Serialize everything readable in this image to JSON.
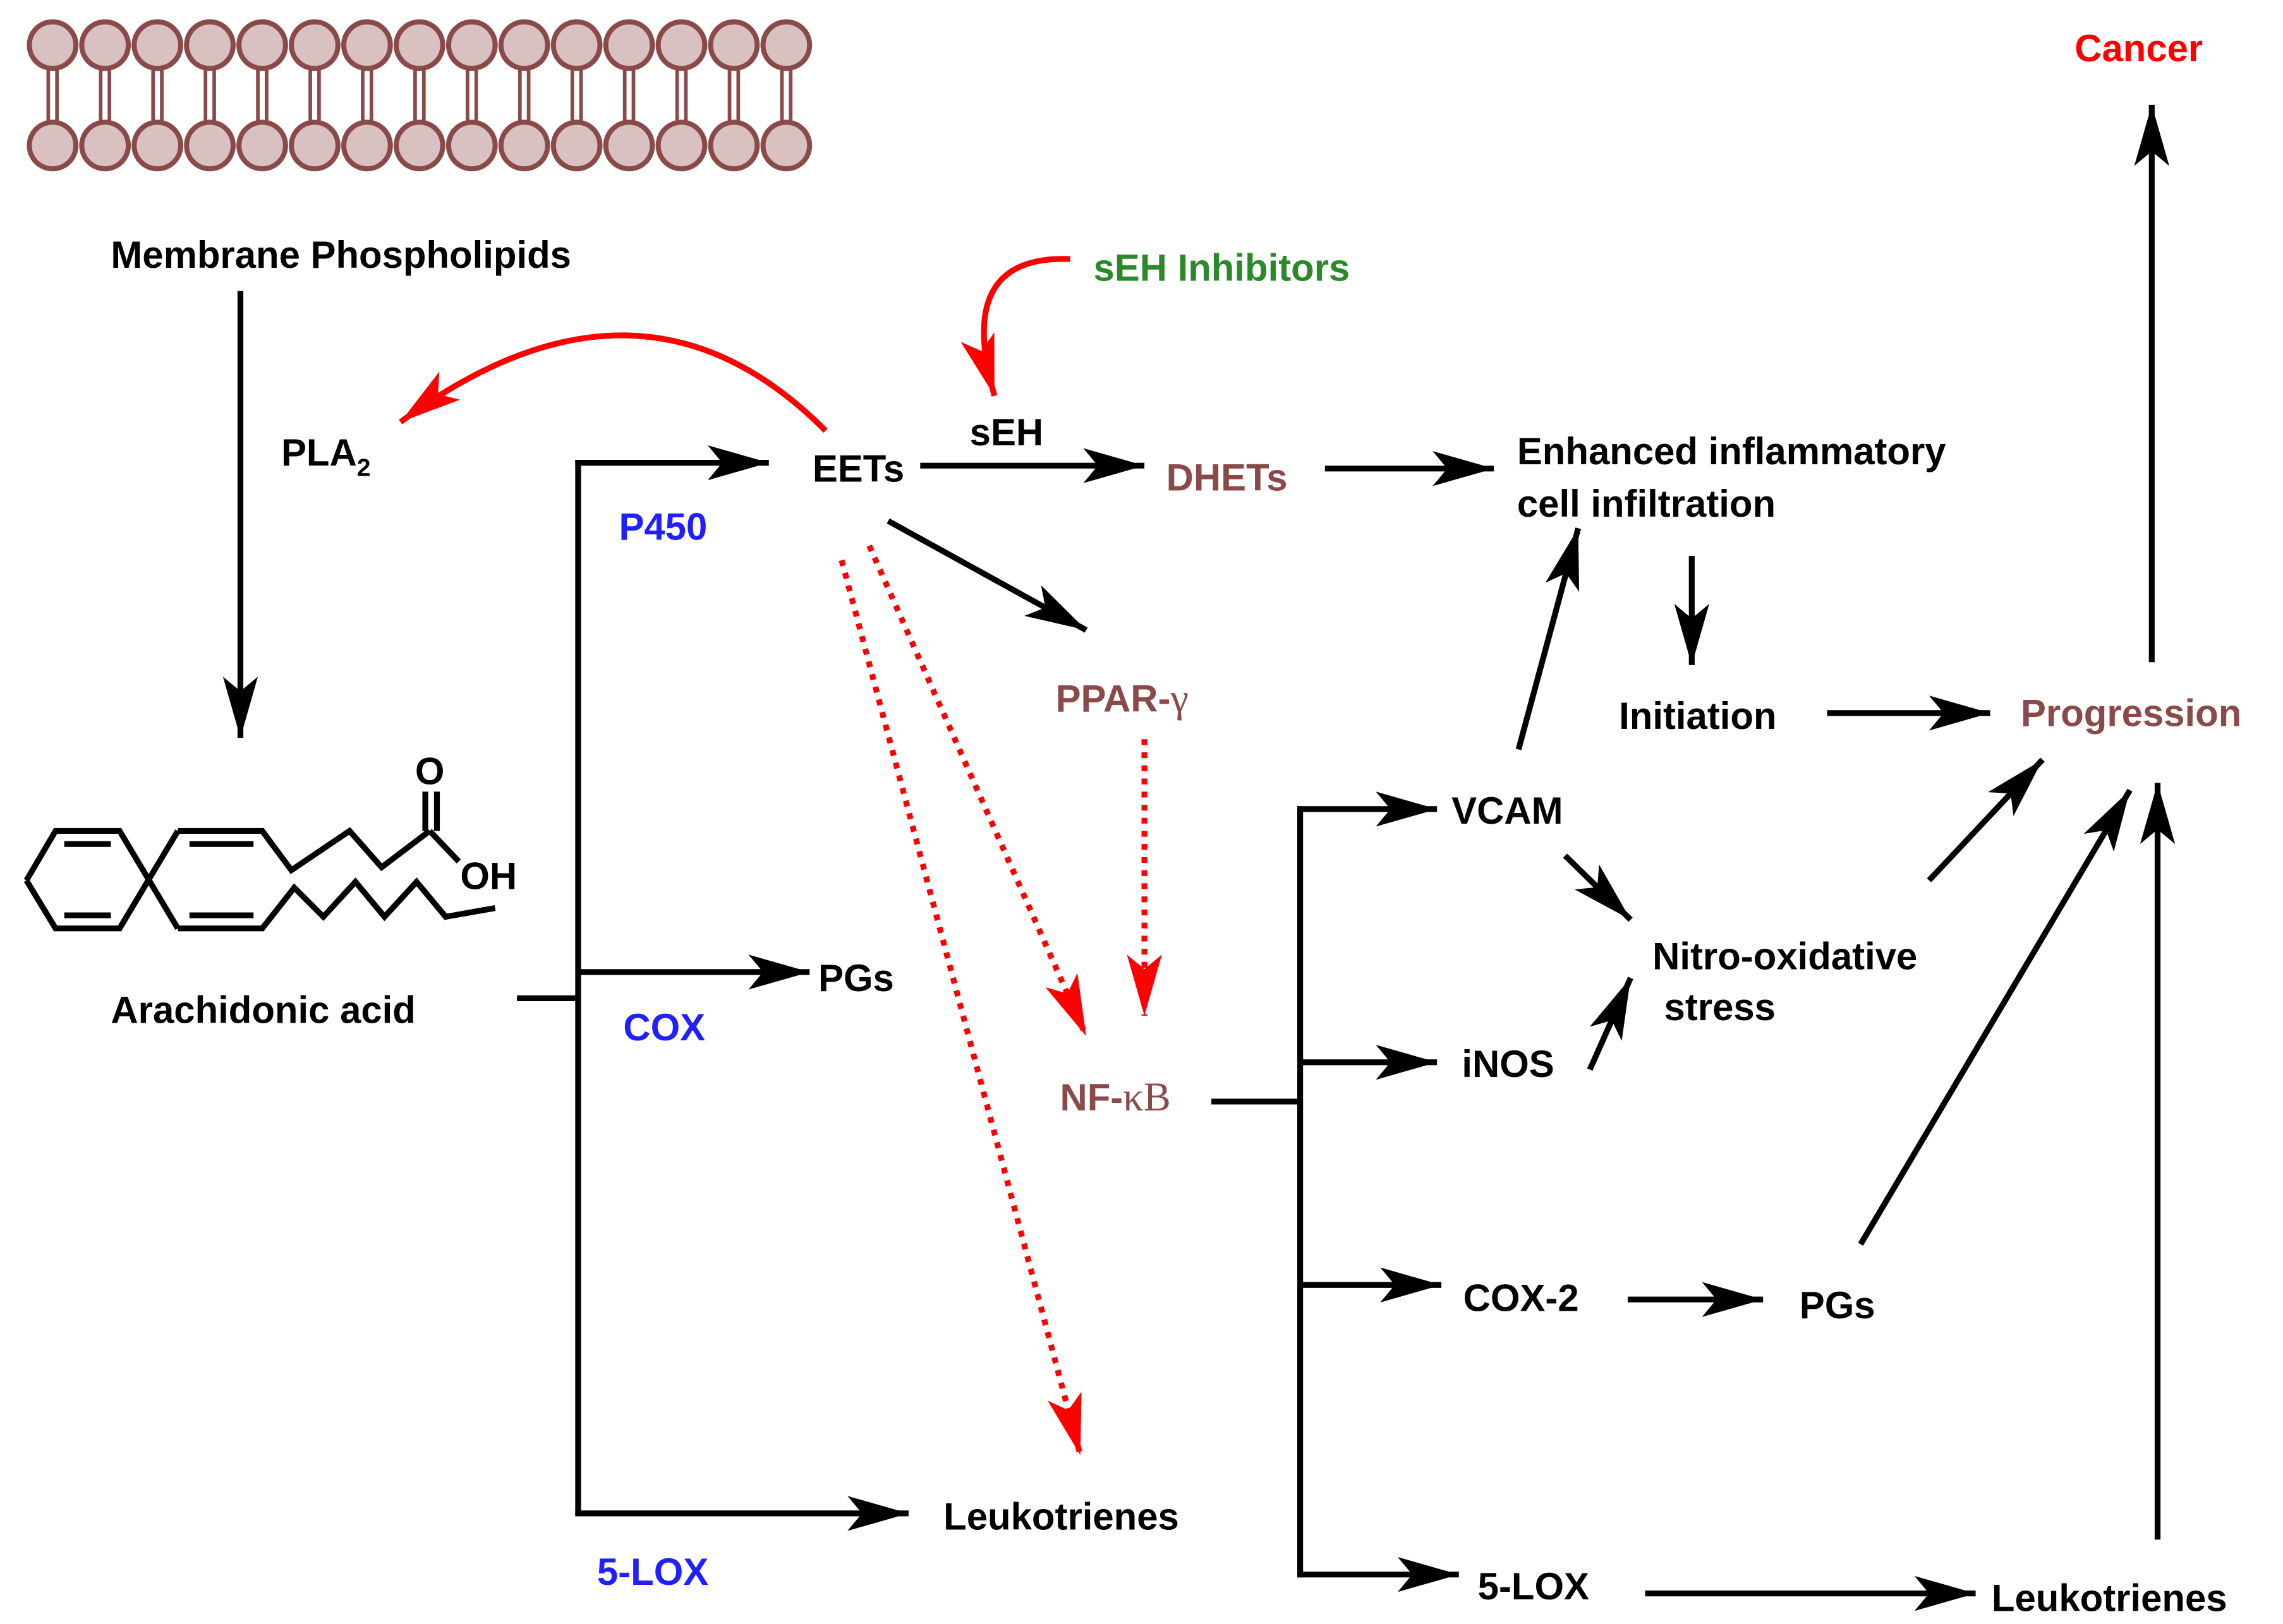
{
  "membrane": {
    "label": "Membrane Phospholipids"
  },
  "substrate": {
    "pla2_main": "PLA",
    "pla2_sub": "2",
    "arachidonic_acid": "Arachidonic acid",
    "carbonyl_o": "O",
    "hydroxyl": "OH"
  },
  "enzymes": {
    "p450": "P450",
    "cox": "COX",
    "lox_left": "5-LOX",
    "seh": "sEH"
  },
  "metabolites": {
    "eets": "EETs",
    "dhets": "DHETs",
    "pgs_left": "PGs",
    "leukotrienes_left": "Leukotrienes",
    "ppar_main": "PPAR-",
    "ppar_greek": "γ",
    "nfkb_main": "NF-",
    "nfkb_greek": "κB"
  },
  "inhibitor": {
    "label": "sEH Inhibitors"
  },
  "downstream": {
    "inflammation_line1": "Enhanced inflammatory",
    "inflammation_line2": "cell infiltration",
    "initiation": "Initiation",
    "progression": "Progression",
    "cancer": "Cancer",
    "vcam": "VCAM",
    "inos": "iNOS",
    "nitro_line1": "Nitro-oxidative",
    "nitro_line2": "stress",
    "cox2": "COX-2",
    "pgs_right": "PGs",
    "lox_right": "5-LOX",
    "leukotrienes_right": "Leukotrienes"
  },
  "colors": {
    "text": "#000000",
    "brown": "#8b4a4a",
    "blue": "#1f1fff",
    "green": "#2a8a2a",
    "red": "#ff0000",
    "membrane_fill": "#d9c1c1",
    "membrane_stroke": "#8b4a4a"
  }
}
